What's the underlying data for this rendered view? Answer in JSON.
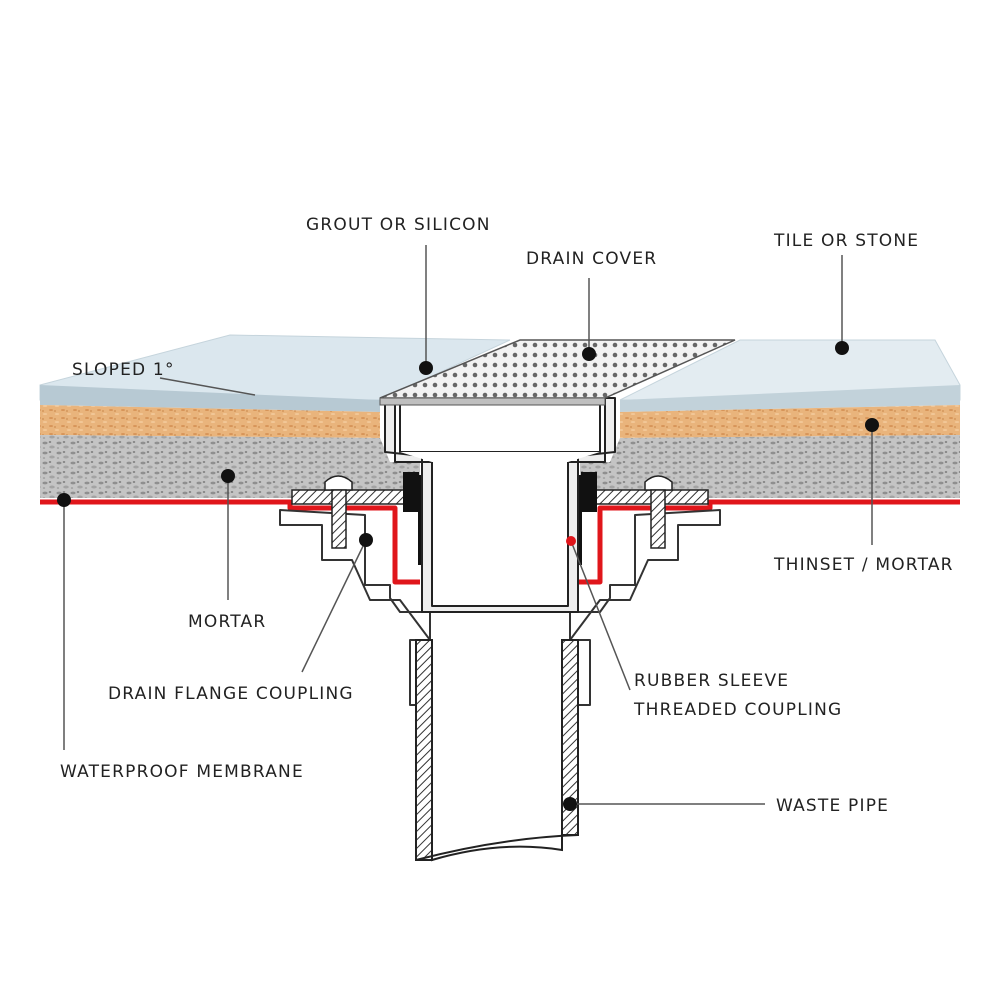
{
  "labels": {
    "grout": "GROUT OR SILICON",
    "drain_cover": "DRAIN COVER",
    "tile": "TILE OR STONE",
    "sloped": "SLOPED 1°",
    "thinset": "THINSET / MORTAR",
    "mortar": "MORTAR",
    "flange": "DRAIN FLANGE COUPLING",
    "membrane": "WATERPROOF MEMBRANE",
    "sleeve": "RUBBER SLEEVE",
    "threaded": "THREADED COUPLING",
    "waste": "WASTE PIPE"
  },
  "colors": {
    "tile": "#dbe7ee",
    "tile_edge": "#b7c9d3",
    "thinset": "#e8b47c",
    "mortar": "#b9b9b9",
    "membrane": "#e0161b",
    "rubber": "#111111",
    "pipe_fill": "#ffffff",
    "line": "#333333"
  }
}
